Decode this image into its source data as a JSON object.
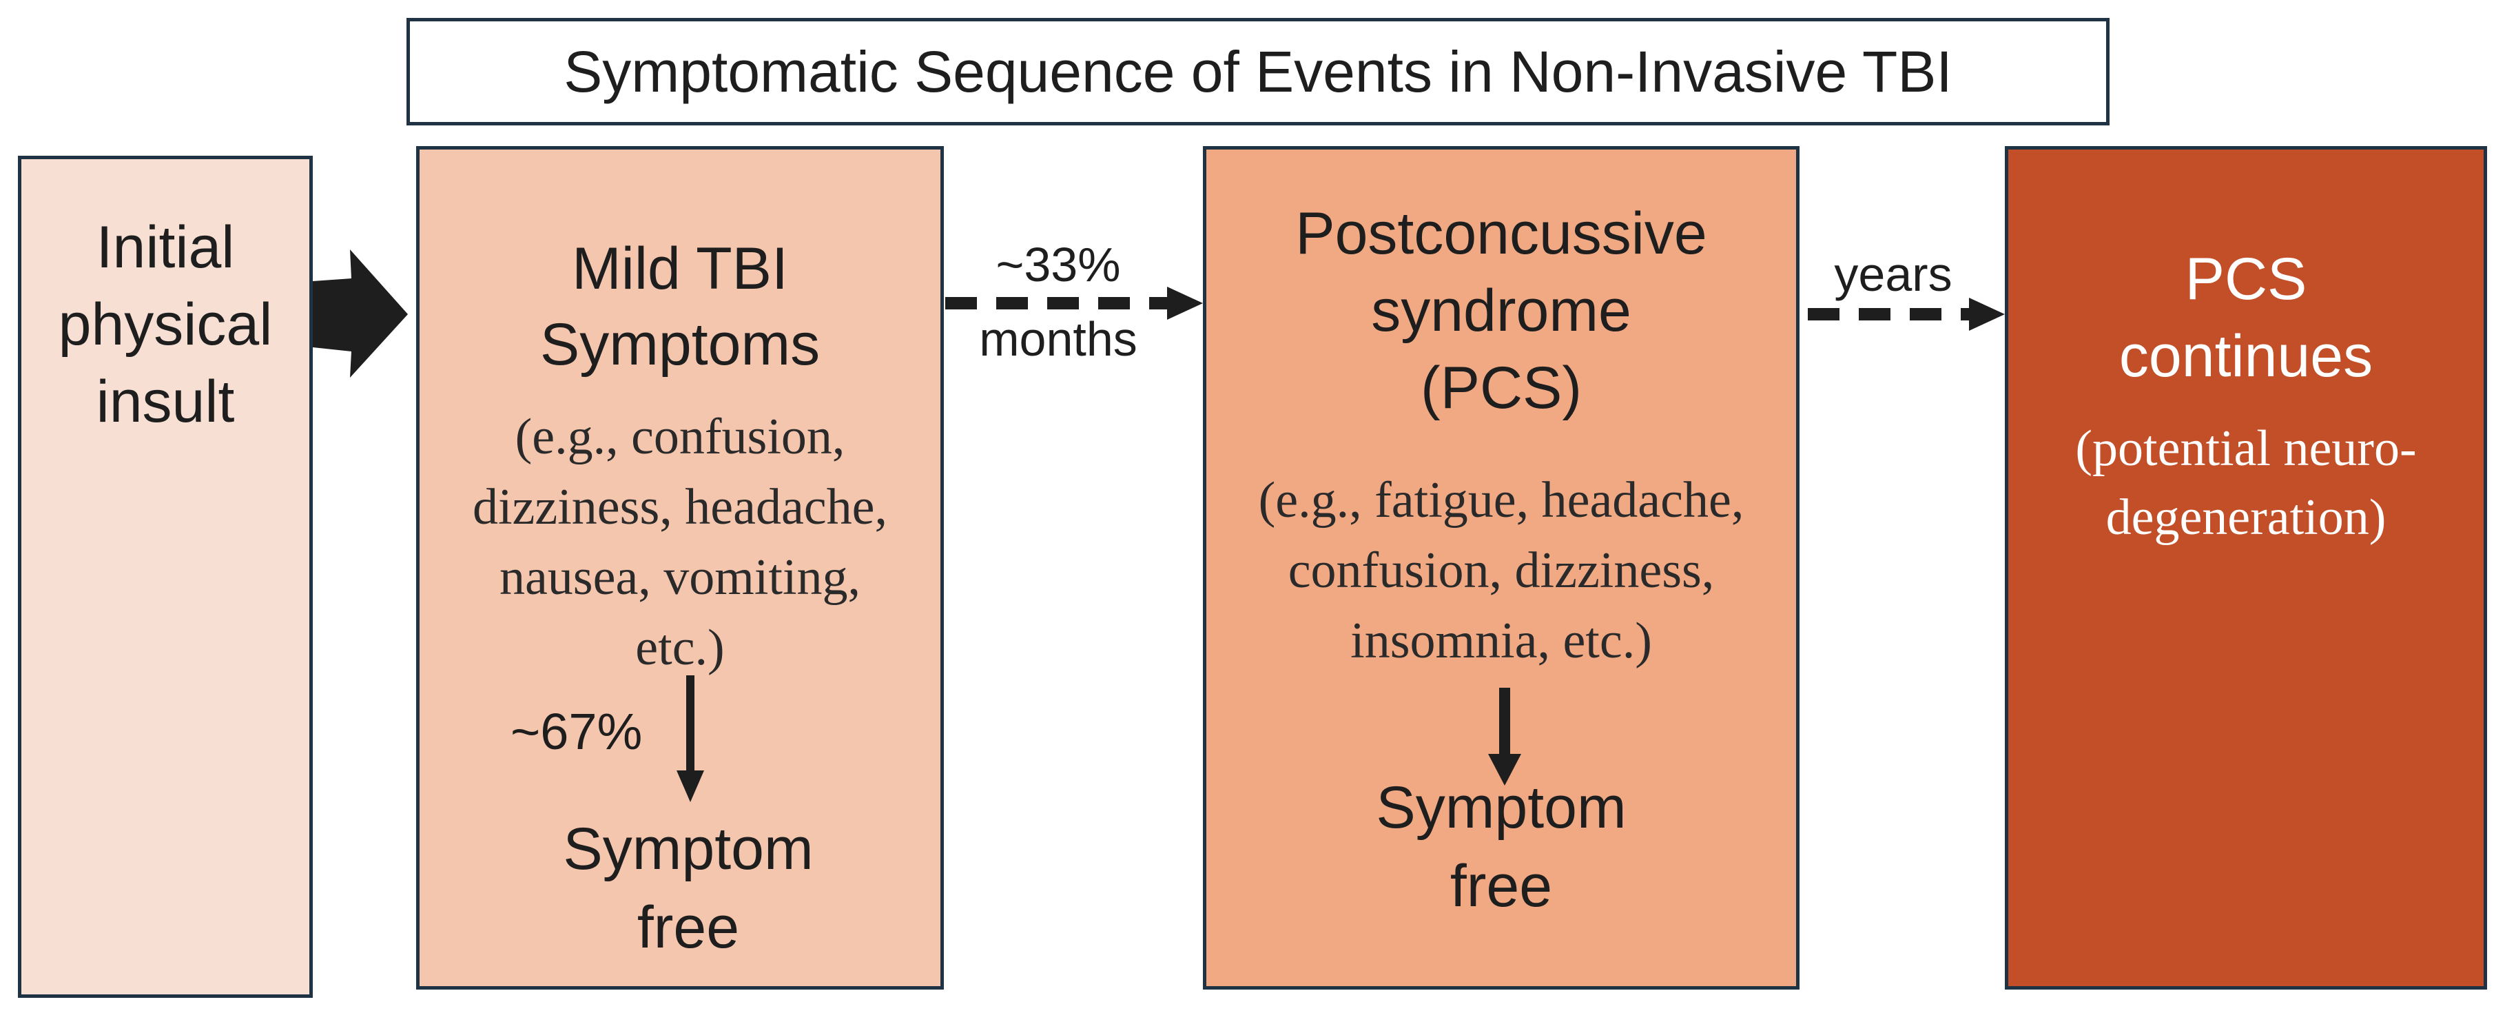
{
  "title": "Symptomatic Sequence of Events in Non-Invasive TBI",
  "colors": {
    "border": "#1f3344",
    "box_initial": "#f7dfd3",
    "box_mild": "#f5c6ae",
    "box_pcs": "#f1a984",
    "box_continues": "#c24f27",
    "arrow": "#1e1e1e"
  },
  "boxes": {
    "initial": {
      "lines": [
        "Initial",
        "physical",
        "insult"
      ]
    },
    "mild": {
      "heading": [
        "Mild TBI",
        "Symptoms"
      ],
      "examples": [
        "(e.g., confusion,",
        "dizziness, headache,",
        "nausea, vomiting,",
        "etc.)"
      ],
      "branch_percent": "~67%",
      "outcome": [
        "Symptom",
        "free"
      ]
    },
    "pcs": {
      "heading": [
        "Postconcussive",
        "syndrome",
        "(PCS)"
      ],
      "examples": [
        "(e.g., fatigue, headache,",
        "confusion, dizziness,",
        "insomnia, etc.)"
      ],
      "outcome": [
        "Symptom",
        "free"
      ]
    },
    "continues": {
      "heading": [
        "PCS",
        "continues"
      ],
      "note": [
        "(potential neuro-",
        "degeneration)"
      ]
    }
  },
  "transitions": {
    "mild_to_pcs": {
      "percent": "~33%",
      "time": "months"
    },
    "pcs_to_continues": {
      "time": "years"
    }
  }
}
